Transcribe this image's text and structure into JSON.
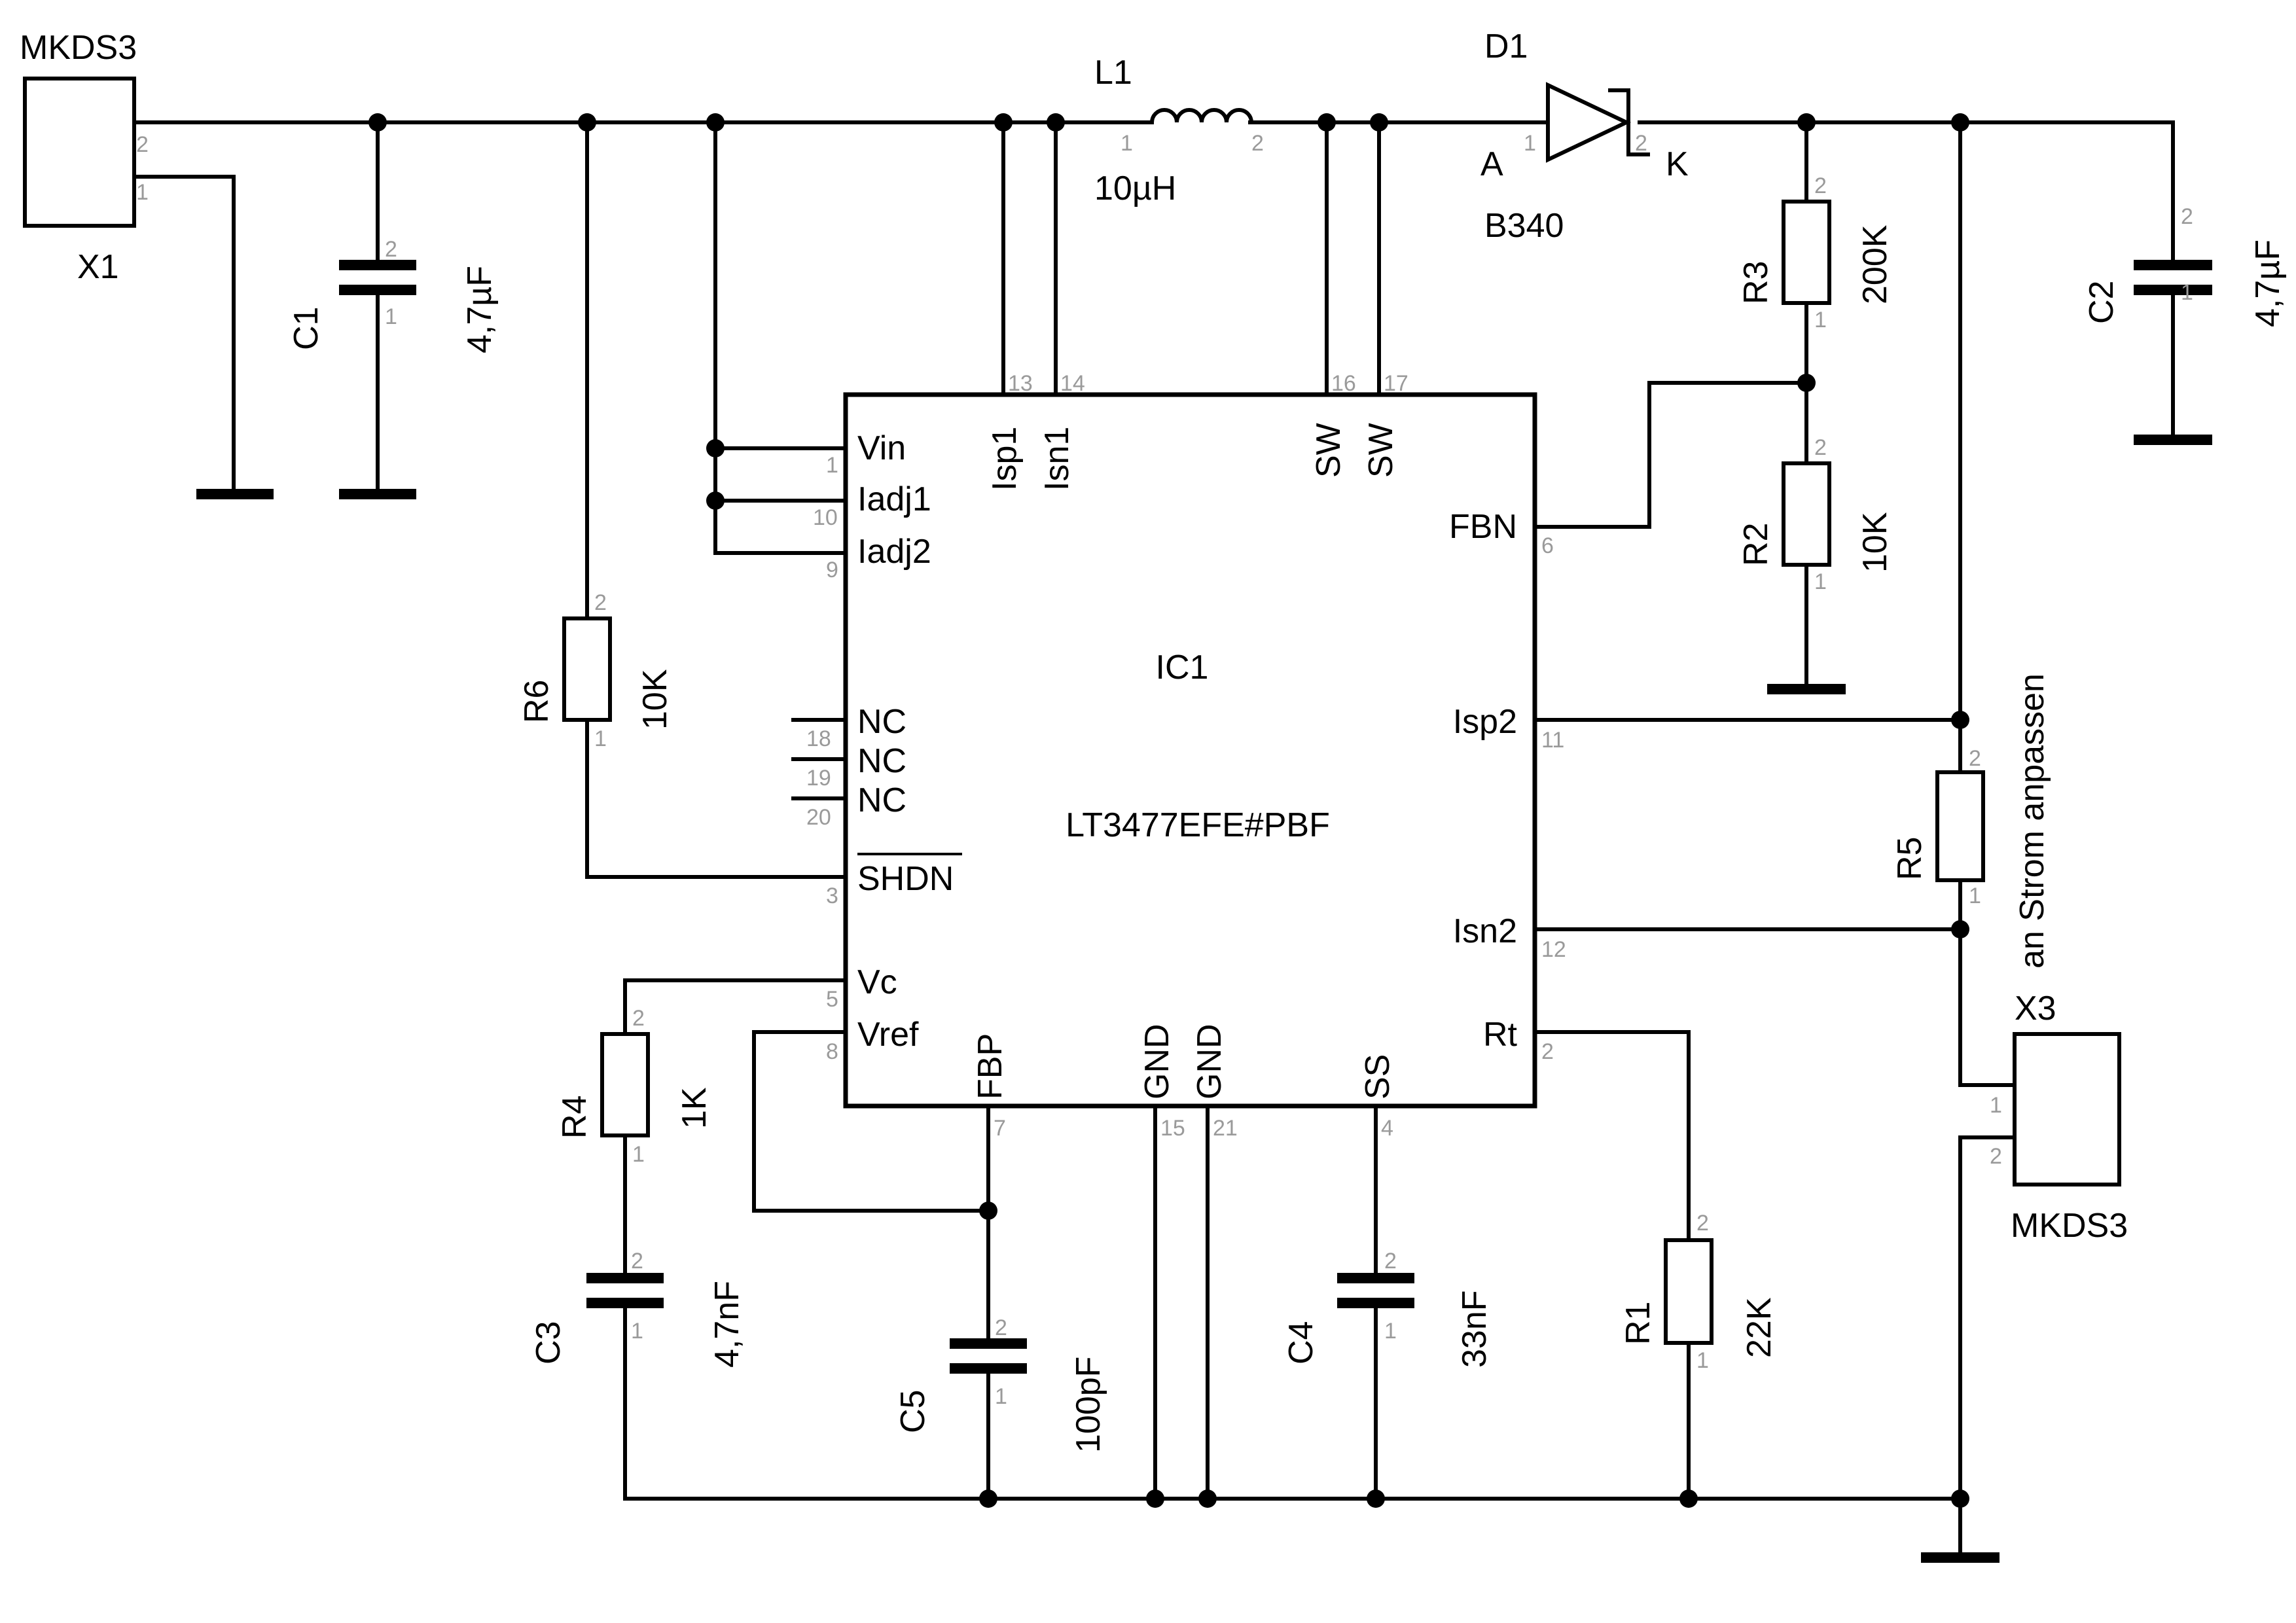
{
  "connectors": {
    "x1": {
      "name": "X1",
      "type": "MKDS3",
      "pin1": "1",
      "pin2": "2"
    },
    "x3": {
      "name": "X3",
      "type": "MKDS3",
      "pin1": "1",
      "pin2": "2"
    }
  },
  "capacitors": {
    "c1": {
      "name": "C1",
      "value": "4,7µF",
      "pin1": "1",
      "pin2": "2"
    },
    "c2": {
      "name": "C2",
      "value": "4,7µF",
      "pin1": "1",
      "pin2": "2"
    },
    "c3": {
      "name": "C3",
      "value": "4,7nF",
      "pin1": "1",
      "pin2": "2"
    },
    "c4": {
      "name": "C4",
      "value": "33nF",
      "pin1": "1",
      "pin2": "2"
    },
    "c5": {
      "name": "C5",
      "value": "100pF",
      "pin1": "1",
      "pin2": "2"
    }
  },
  "resistors": {
    "r1": {
      "name": "R1",
      "value": "22K",
      "pin1": "1",
      "pin2": "2"
    },
    "r2": {
      "name": "R2",
      "value": "10K",
      "pin1": "1",
      "pin2": "2"
    },
    "r3": {
      "name": "R3",
      "value": "200K",
      "pin1": "1",
      "pin2": "2"
    },
    "r4": {
      "name": "R4",
      "value": "1K",
      "pin1": "1",
      "pin2": "2"
    },
    "r5": {
      "name": "R5",
      "value": "",
      "note": "an Strom anpassen",
      "pin1": "1",
      "pin2": "2"
    },
    "r6": {
      "name": "R6",
      "value": "10K",
      "pin1": "1",
      "pin2": "2"
    }
  },
  "inductor": {
    "name": "L1",
    "value": "10µH",
    "pin1": "1",
    "pin2": "2"
  },
  "diode": {
    "name": "D1",
    "value": "B340",
    "anode": "A",
    "cathode": "K",
    "pin1": "1",
    "pin2": "2"
  },
  "ic": {
    "name": "IC1",
    "part": "LT3477EFE#PBF",
    "pins": {
      "vin": {
        "label": "Vin",
        "num": "1"
      },
      "iadj1": {
        "label": "Iadj1",
        "num": "10"
      },
      "iadj2": {
        "label": "Iadj2",
        "num": "9"
      },
      "nc18": {
        "label": "NC",
        "num": "18"
      },
      "nc19": {
        "label": "NC",
        "num": "19"
      },
      "nc20": {
        "label": "NC",
        "num": "20"
      },
      "shdn": {
        "label": "SHDN",
        "num": "3"
      },
      "vc": {
        "label": "Vc",
        "num": "5"
      },
      "vref": {
        "label": "Vref",
        "num": "8"
      },
      "isp1": {
        "label": "Isp1",
        "num": "13"
      },
      "isn1": {
        "label": "Isn1",
        "num": "14"
      },
      "sw16": {
        "label": "SW",
        "num": "16"
      },
      "sw17": {
        "label": "SW",
        "num": "17"
      },
      "fbn": {
        "label": "FBN",
        "num": "6"
      },
      "isp2": {
        "label": "Isp2",
        "num": "11"
      },
      "isn2": {
        "label": "Isn2",
        "num": "12"
      },
      "rt": {
        "label": "Rt",
        "num": "2"
      },
      "fbp": {
        "label": "FBP",
        "num": "7"
      },
      "gnd15": {
        "label": "GND",
        "num": "15"
      },
      "gnd21": {
        "label": "GND",
        "num": "21"
      },
      "ss": {
        "label": "SS",
        "num": "4"
      }
    }
  }
}
